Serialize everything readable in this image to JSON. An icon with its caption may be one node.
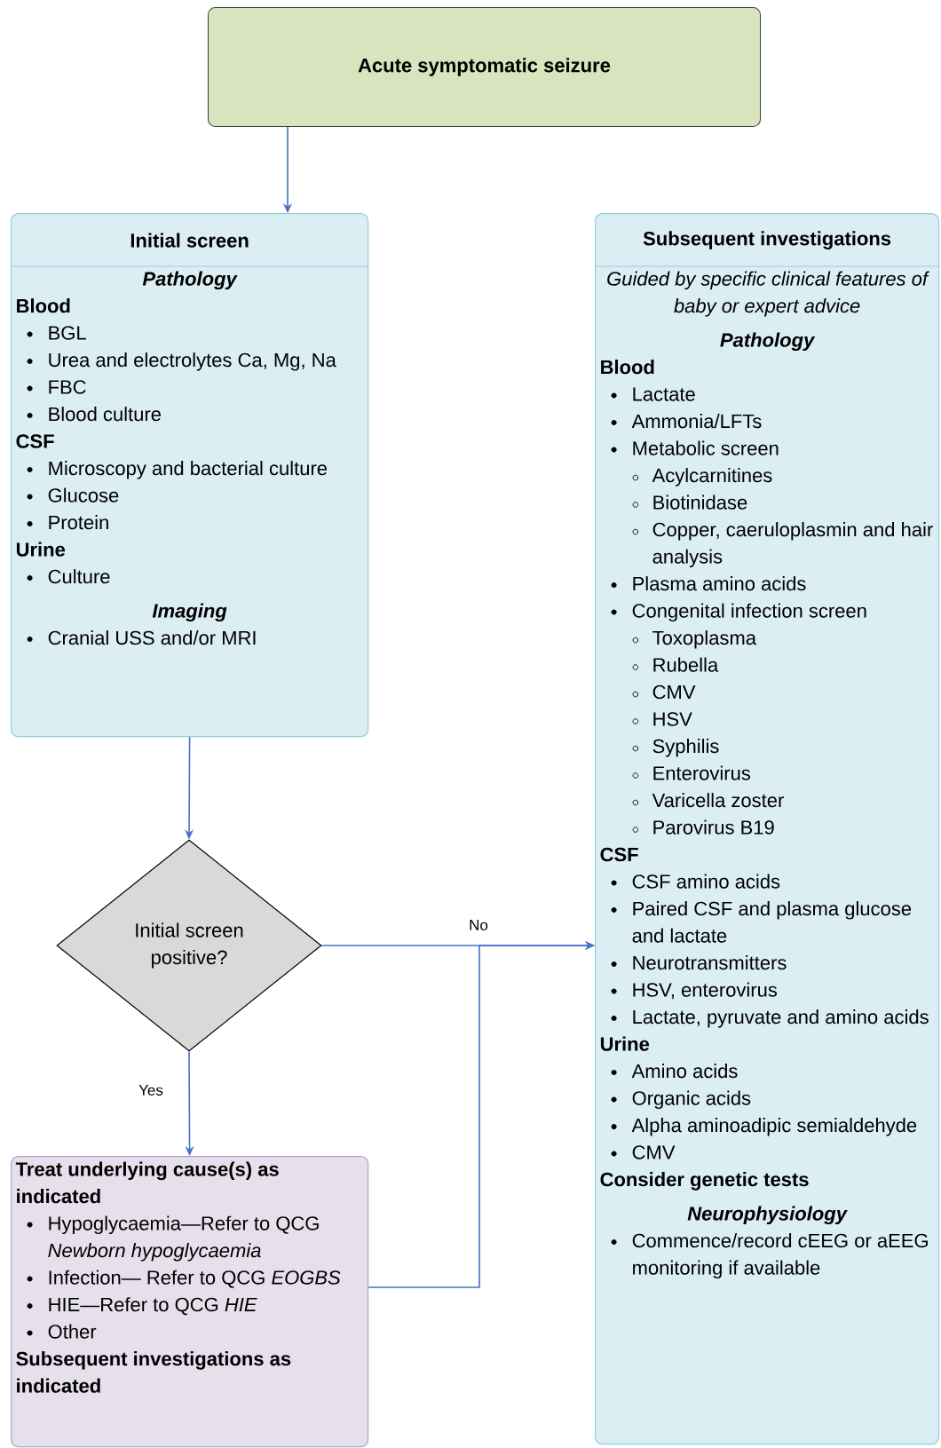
{
  "diagram": {
    "nodes": [
      {
        "text": [
          "Acute symptomatic seizure"
        ]
      },
      {
        "text": [
          "Initial screen",
          "Pathology",
          "Blood",
          "BGL",
          "Urea and electrolytes Ca, Mg, Na",
          "FBC",
          "Blood culture",
          "CSF",
          "Microscopy and bacterial culture",
          "Glucose",
          "Protein",
          "Urine",
          "Culture",
          "Imaging",
          "Cranial USS and/or MRI"
        ]
      },
      {
        "text": [
          "Initial screen positive?"
        ]
      },
      {
        "text": [
          "Treat underlying cause(s) as indicated",
          "Hypoglycaemia—Refer to QCG *Newborn hypoglycaemia*",
          "Infection— Refer to QCG *EOGBS*",
          "HIE—Refer to QCG *HIE*",
          "Other",
          "Subsequent investigations as indicated"
        ]
      },
      {
        "text": [
          "Subsequent investigations",
          "Guided by specific clinical features of baby or expert advice",
          "Pathology",
          "Blood",
          "Lactate",
          "Ammonia/LFTs",
          "Metabolic screen",
          "Acylcarnitines",
          "Biotinidase",
          "Copper, caeruloplasmin and hair analysis",
          "Plasma  amino acids",
          "Congenital infection screen",
          "Toxoplasma",
          "Rubella",
          "CMV",
          "HSV",
          "Syphilis",
          "Enterovirus",
          "Varicella zoster",
          "Parovirus B19",
          "CSF",
          "CSF amino acids",
          "Paired CSF and plasma glucose and lactate",
          "Neurotransmitters",
          "HSV, enterovirus",
          "Lactate, pyruvate and amino acids",
          "Urine",
          "Amino acids",
          "Organic acids",
          "Alpha aminoadipic semialdehyde",
          "CMV",
          "Consider genetic tests",
          "Neurophysiology",
          "Commence/record cEEG or aEEG monitoring if available"
        ]
      }
    ],
    "edges": [
      {
        "from": 0,
        "to": 1,
        "arrow": "to"
      },
      {
        "from": 1,
        "to": 2,
        "arrow": "to"
      },
      {
        "from": 2,
        "to": 3,
        "arrow": "to",
        "label": "Yes"
      },
      {
        "from": 2,
        "to": 4,
        "arrow": "to",
        "label": "No"
      },
      {
        "from": 3,
        "to": 4,
        "arrow": "to"
      }
    ]
  }
}
